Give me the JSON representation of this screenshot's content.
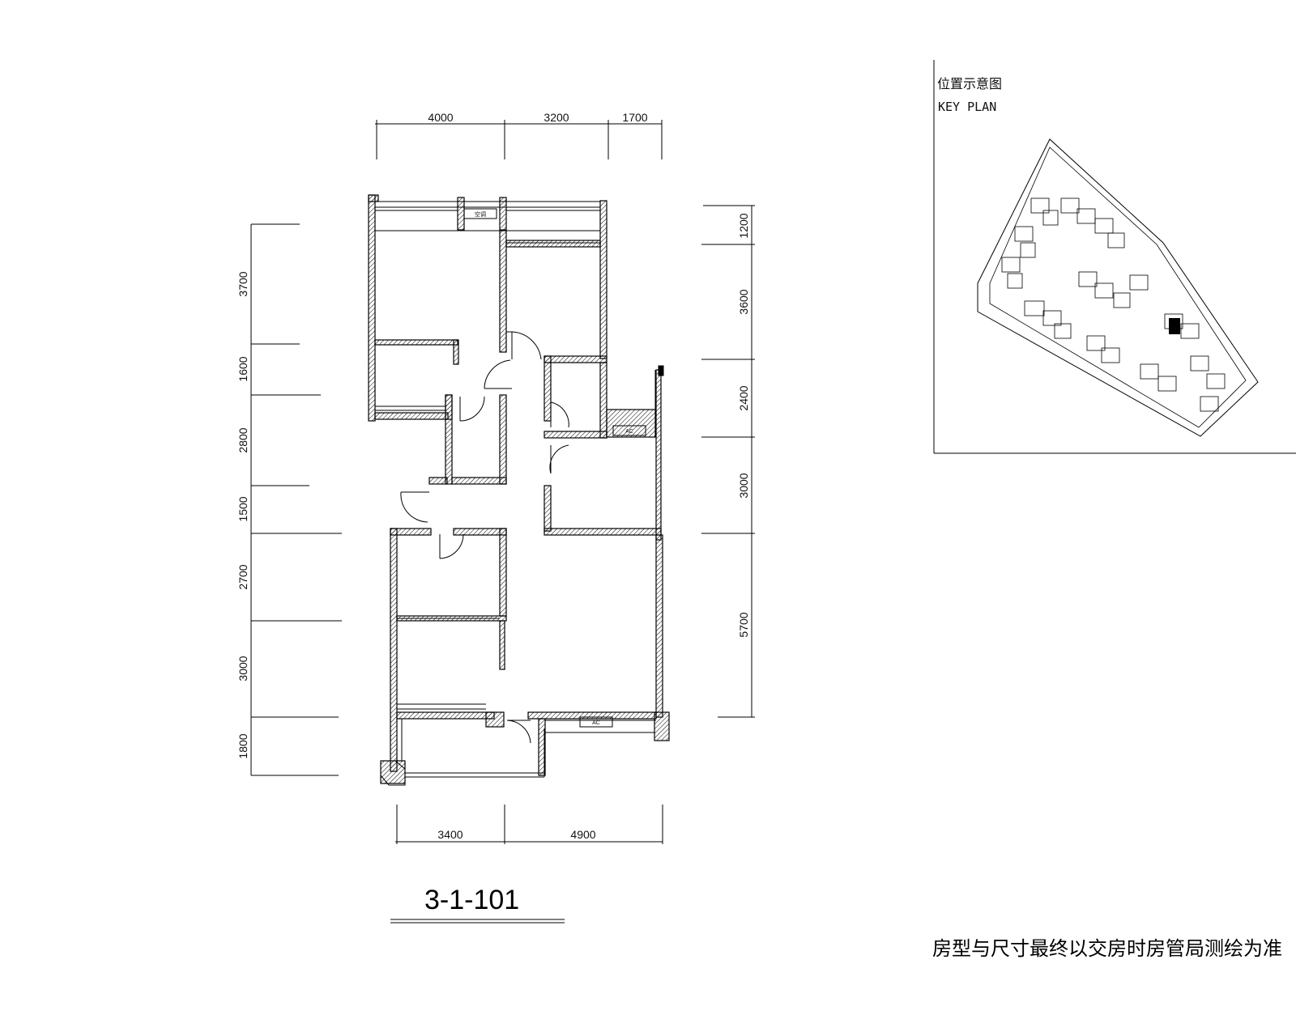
{
  "plan": {
    "title": "3-1-101",
    "top_dims": [
      "4000",
      "3200",
      "1700"
    ],
    "bottom_dims": [
      "3400",
      "4900"
    ],
    "left_dims": [
      "3700",
      "1600",
      "2800",
      "1500",
      "2700",
      "3000",
      "1800"
    ],
    "right_dims": [
      "1200",
      "3600",
      "2400",
      "3000",
      "5700"
    ],
    "ac_labels": [
      "空调",
      "AC",
      "AC"
    ]
  },
  "key_plan": {
    "title_cn": "位置示意图",
    "title_en": "KEY PLAN"
  },
  "note": "房型与尺寸最终以交房时房管局测绘为准"
}
